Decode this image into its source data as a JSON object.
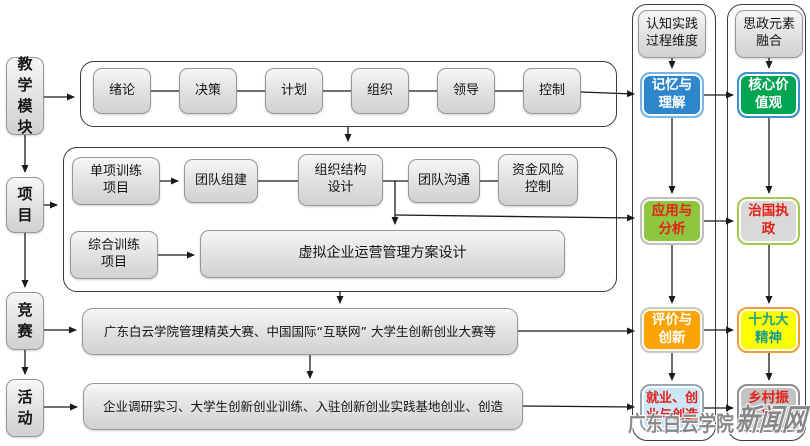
{
  "left_rail": {
    "items": [
      {
        "label": "教学模块"
      },
      {
        "label": "项目"
      },
      {
        "label": "竞赛"
      },
      {
        "label": "活动"
      }
    ]
  },
  "teaching_row": {
    "modules": [
      "绪论",
      "决策",
      "计划",
      "组织",
      "领导",
      "控制"
    ]
  },
  "project_section": {
    "single_training": "单项训练项目",
    "team_building": "团队组建",
    "org_structure_design": "组织结构设计",
    "team_communication": "团队沟通",
    "fund_risk_control": "资金风险控制",
    "comprehensive_training": "综合训练项目",
    "virtual_plan": "虚拟企业运营管理方案设计"
  },
  "competition_row": {
    "label": "广东白云学院管理精英大赛、中国国际“互联网” 大学生创新创业大赛等"
  },
  "activity_row": {
    "label": "企业调研实习、大学生创新创业训练、入驻创新创业实践基地创业、创造"
  },
  "cognitive_column": {
    "header": "认知实践过程维度",
    "items": [
      {
        "label": "记忆与理解",
        "fill": "#2E86CC",
        "text": "#FFFFFF",
        "border": "#7FB3E0"
      },
      {
        "label": "应用与分析",
        "fill": "#8FC63F",
        "text": "#E32119",
        "border": "#BFBFBF"
      },
      {
        "label": "评价与创新",
        "fill": "#FBA303",
        "text": "#FFFFFF",
        "border": "#C9C9C9"
      },
      {
        "label": "就业、创业与创造",
        "fill": "#CDE6F7",
        "text": "#E32119",
        "border": "#98A6B3"
      }
    ]
  },
  "ideology_column": {
    "header": "思政元素融合",
    "items": [
      {
        "label": "核心价值观",
        "fill": "#00A551",
        "text": "#FFFFFF",
        "border": "#3E8ED0"
      },
      {
        "label": "治国执政",
        "fill": "#D9D9D9",
        "text": "#E32119",
        "border": "#A6C84C"
      },
      {
        "label": "十九大精神",
        "fill": "#FFFF00",
        "text": "#1B9E91",
        "border": "#F0A030"
      },
      {
        "label": "乡村振兴",
        "fill": "#C2C2C2",
        "text": "#E32119",
        "border": "#8F8F8F"
      }
    ]
  },
  "watermark": {
    "site": "广东白云学院",
    "section": "新闻网"
  }
}
